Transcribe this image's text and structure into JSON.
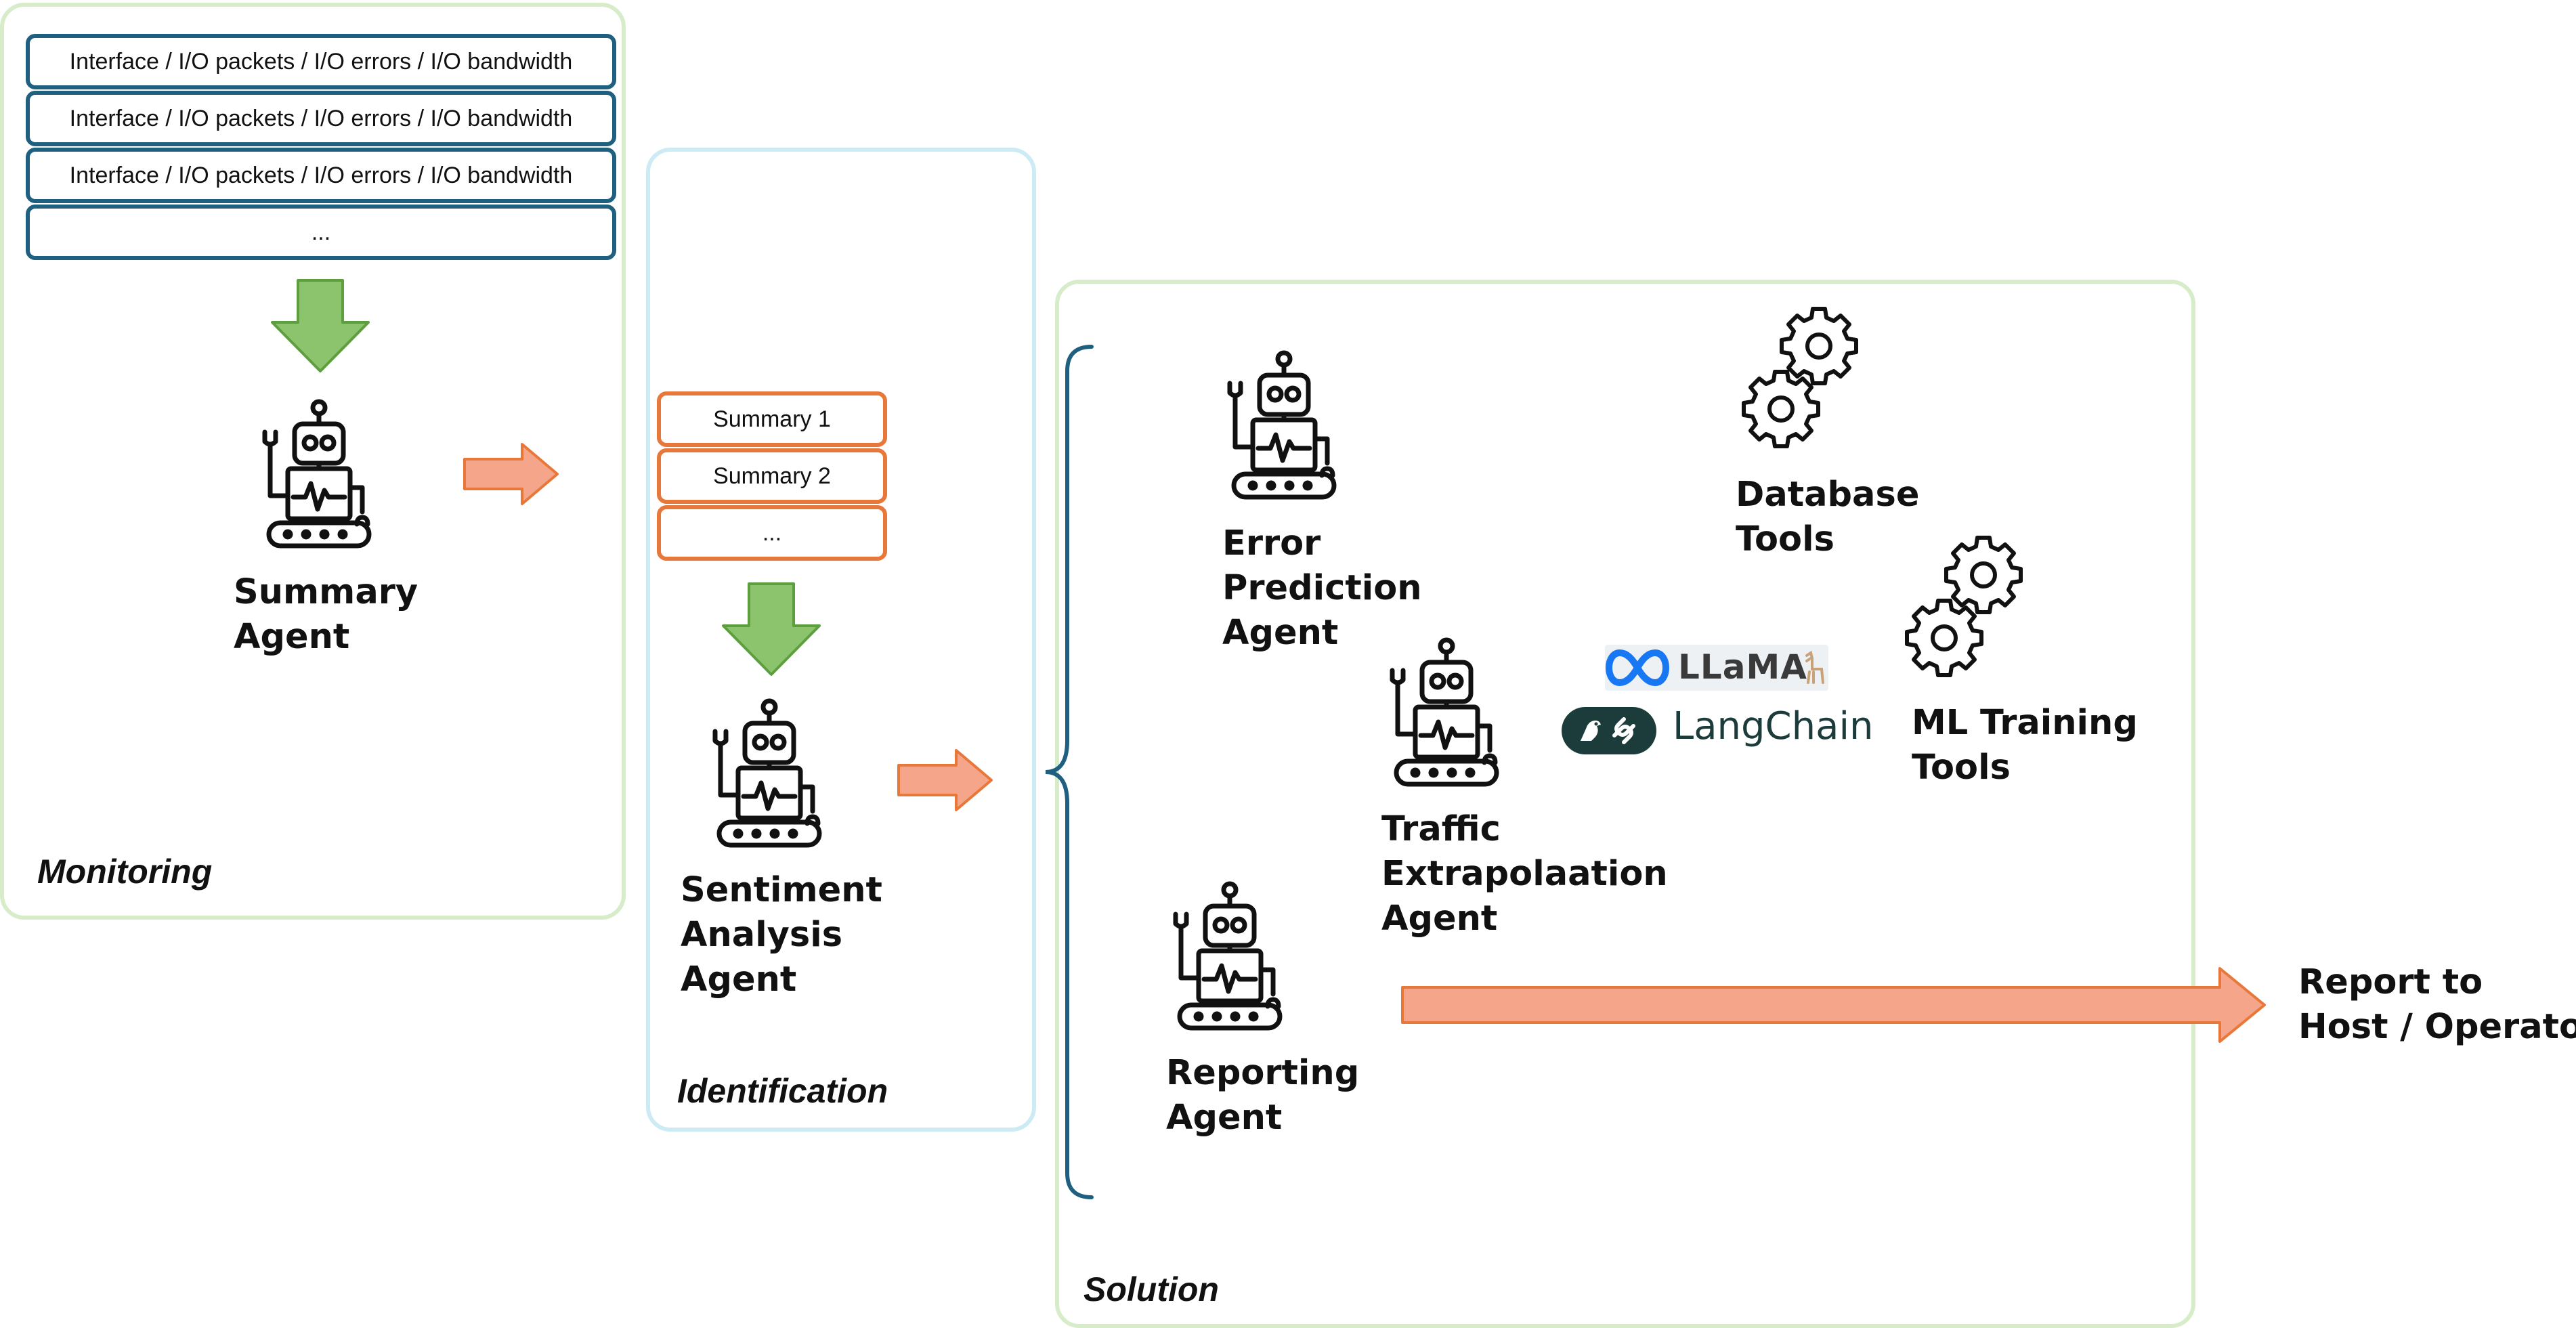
{
  "monitoring": {
    "title": "Monitoring",
    "rows": [
      "Interface / I/O packets / I/O errors / I/O bandwidth",
      "Interface / I/O packets / I/O errors / I/O bandwidth",
      "Interface / I/O packets / I/O errors / I/O bandwidth",
      "..."
    ],
    "agent_label": "Summary\nAgent"
  },
  "identification": {
    "title": "Identification",
    "rows": [
      "Summary 1",
      "Summary 2",
      "..."
    ],
    "agent_label": "Sentiment\nAnalysis\nAgent"
  },
  "solution": {
    "title": "Solution",
    "error_agent_label": "Error\nPrediction\nAgent",
    "traffic_agent_label": "Traffic\nExtrapolaation\nAgent",
    "reporting_agent_label": "Reporting\nAgent",
    "database_tools_label": "Database\nTools",
    "ml_tools_label": "ML Training\nTools",
    "logos": {
      "llama": "LLaMA",
      "langchain": "LangChain"
    }
  },
  "output": {
    "label": "Report to\nHost / Operator"
  },
  "colors": {
    "panel_green": "#d7ecc9",
    "panel_blue": "#cdebf5",
    "row_teal": "#1f5f7f",
    "row_orange": "#e8773a",
    "arrow_green": "#7ab85a",
    "arrow_salmon": "#f4a58a",
    "brace": "#1f5f7f",
    "meta_blue": "#1877f2",
    "langchain_dark": "#1c3c3c"
  },
  "icons": [
    "robot-icon",
    "gear-icon",
    "meta-infinity-icon",
    "langchain-parrot-icon"
  ]
}
